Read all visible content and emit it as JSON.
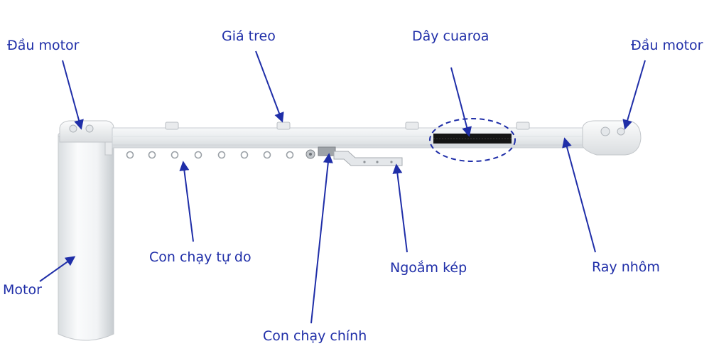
{
  "labels": {
    "motor_head_left": "Đầu motor",
    "hanger": "Giá treo",
    "belt": "Dây cuaroa",
    "motor_head_right": "Đầu motor",
    "free_runners": "Con chạy tự do",
    "clamp": "Ngoắm kép",
    "rail": "Ray nhôm",
    "motor": "Motor",
    "main_runner": "Con chạy chính"
  },
  "colors": {
    "label_text": "#1f2ea8",
    "arrow": "#1f2ea8",
    "rail": "#eef0f2",
    "rail_edge": "#c9ced3",
    "belt": "#151515"
  }
}
